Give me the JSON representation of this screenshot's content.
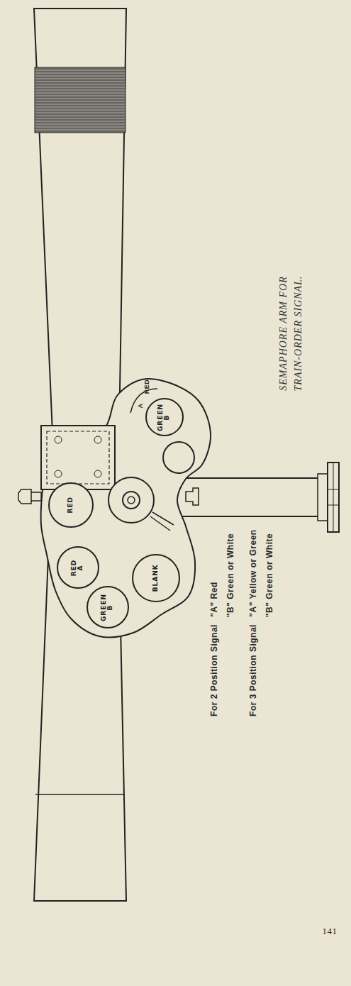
{
  "diagram": {
    "caption": "SEMAPHORE ARM FOR TRAIN-ORDER SIGNAL.",
    "nodes": [
      {
        "text": [
          "RED"
        ]
      },
      {
        "text": [
          "GREEN",
          "B"
        ]
      },
      {
        "text": [
          "RED",
          "A"
        ]
      },
      {
        "text": [
          "GREEN",
          "B"
        ]
      },
      {
        "text": [
          "BLANK"
        ]
      }
    ],
    "labels": [
      "A",
      "RED",
      "For 2 Position Signal",
      "\"A\" Red",
      "\"B\" Green or White",
      "For 3 Position Signal",
      "\"A\" Yellow or Green",
      "\"B\" Green or White",
      "141"
    ]
  }
}
